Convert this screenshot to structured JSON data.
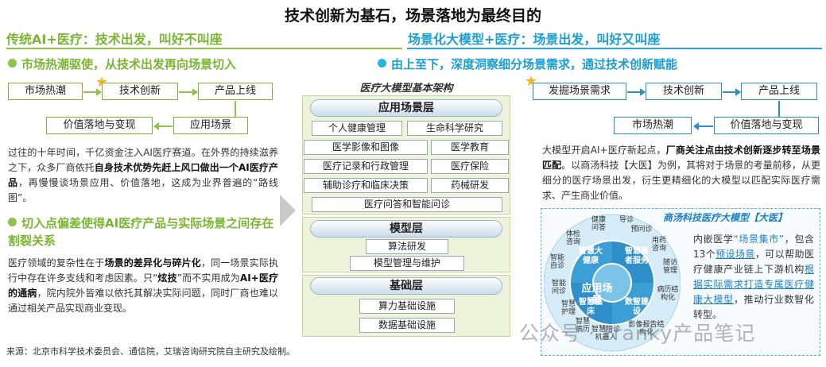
{
  "title": "技术创新为基石，场景落地为最终目的",
  "left": {
    "subtitle": "传统AI+医疗：技术出发，叫好不叫座",
    "section1": "市场热潮驱使，从技术出发再向场景切入",
    "flow": [
      "市场热潮",
      "技术创新",
      "产品上线",
      "应用场景",
      "价值落地与变现"
    ],
    "para1": [
      {
        "t": "过往的十年时间，千亿资金注入AI医疗赛道。在外界的持续滋养之下，众多厂商依托",
        "b": false
      },
      {
        "t": "自身技术优势先赶上风口做出一个AI医疗产品",
        "b": true
      },
      {
        "t": "，再慢慢谈场景应用、价值落地，这成为业界普遍的“路线图”。",
        "b": false
      }
    ],
    "section2": "切入点偏差使得AI医疗产品与实际场景之间存在割裂关系",
    "para2": [
      {
        "t": "医疗领域的复杂性在于",
        "b": false
      },
      {
        "t": "场景的差异化与碎片化",
        "b": true
      },
      {
        "t": "，同一场景实际执行中存在许多支线和考虑因素。只“",
        "b": false
      },
      {
        "t": "炫技",
        "b": true
      },
      {
        "t": "”而不实用成为",
        "b": false
      },
      {
        "t": "AI+医疗的通病",
        "b": true
      },
      {
        "t": "，院内院外皆难以依托其解决实际问题，同时厂商也难以通过相关产品实现商业变现。",
        "b": false
      }
    ]
  },
  "architecture": {
    "title": "医疗大模型基本架构",
    "app_layer": "应用场景层",
    "app_cells": [
      "个人健康管理",
      "生命科学研究",
      "医学影像和图像",
      "医学教育",
      "医疗记录和行政管理",
      "医疗保险",
      "辅助诊疗和临床决策",
      "药械研发",
      "医疗问答和智能问诊"
    ],
    "model_layer": "模型层",
    "model_cells": [
      "算法研发",
      "模型管理与维护"
    ],
    "base_layer": "基础层",
    "base_cells": [
      "算力基础设施",
      "数据基础设施"
    ]
  },
  "right": {
    "subtitle": "场景化大模型+医疗：场景出发，叫好又叫座",
    "section1": "由上至下，深度洞察细分场景需求，通过技术创新赋能",
    "flow": [
      "发掘场景需求",
      "技术创新",
      "产品上线",
      "市场热潮",
      "价值落地与变现"
    ],
    "para": [
      {
        "t": "大模型开启AI+医疗新起点，",
        "b": false
      },
      {
        "t": "厂商关注点由技术创新逐步转至场景匹配",
        "b": true
      },
      {
        "t": "。以商汤科技【大医】为例，其将对于场景的考量前移，从更细分的医疗场景出发，衍生更精细化的大模型以匹配实际医疗需求、产生商业价值。",
        "b": false
      }
    ],
    "panel_title": "商汤科技医疗大模型【大医】",
    "panel_text": [
      {
        "t": "内嵌医学",
        "c": "n"
      },
      {
        "t": "“场景集市”",
        "c": "blue"
      },
      {
        "t": "，包含13个",
        "c": "n"
      },
      {
        "t": "预设场景",
        "c": "blue"
      },
      {
        "t": "，可以帮助医疗健康产业链上下游机构",
        "c": "n"
      },
      {
        "t": "根据实际需求打造专属医疗健康大模型",
        "c": "blue"
      },
      {
        "t": "，推动行业数智化转型。",
        "c": "n"
      }
    ],
    "center": "应用场景",
    "quadrants": [
      "智慧大健康",
      "智慧患者服务",
      "智慧临床",
      "数智建设"
    ],
    "ring": [
      "健康问答",
      "导诊",
      "预问诊",
      "用药咨询",
      "随访管理",
      "病历结构化",
      "影像报告结构化",
      "智慧陪诊机器人",
      "智慧病历",
      "智慧护理",
      "智能问诊",
      "智能自诊",
      "体检咨询"
    ]
  },
  "source": "来源：北京市科学技术委员会、通信院，艾瑞咨询研究院自主研究及绘制。",
  "watermark": "公众号 · Franky产品笔记",
  "colors": {
    "green": "#7ab632",
    "blue": "#1a9ed4",
    "star": "#f6b40e",
    "panel_ring": "#c9e6f5",
    "quad": "#3aa1d6"
  }
}
